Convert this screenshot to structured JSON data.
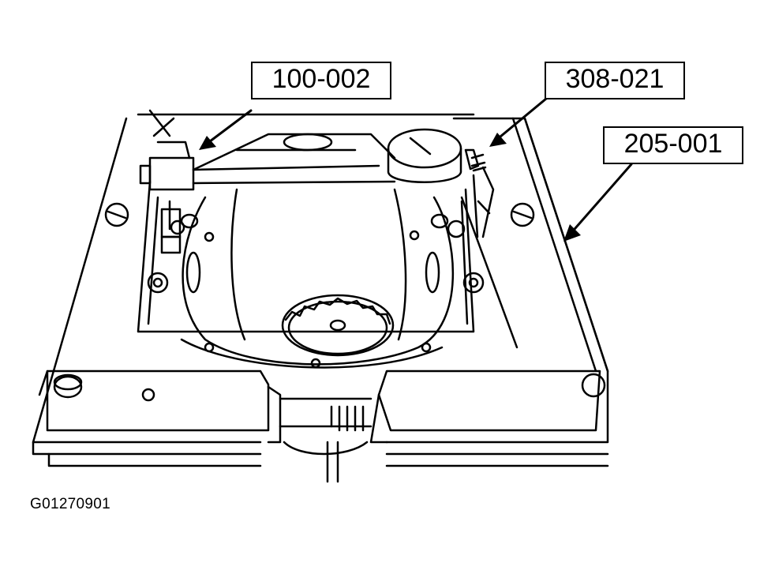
{
  "callouts": {
    "tool_a": "100-002",
    "tool_b": "308-021",
    "tool_c": "205-001"
  },
  "figure_id": "G01270901",
  "colors": {
    "ink": "#000000",
    "paper": "#ffffff"
  }
}
